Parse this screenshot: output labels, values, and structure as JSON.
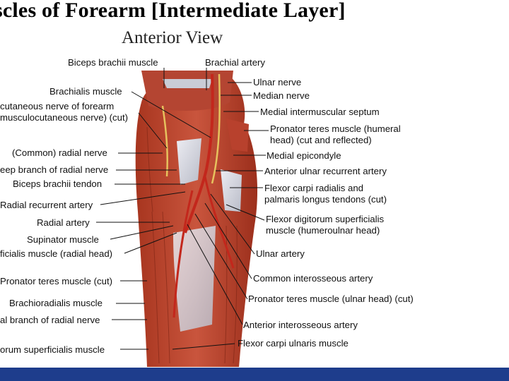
{
  "title": "scles of Forearm [Intermediate Layer]",
  "subtitle": "Anterior View",
  "labels_left": {
    "biceps_brachii_muscle": "Biceps brachii muscle",
    "brachialis_muscle": "Brachialis muscle",
    "lat_cutaneous_1": "cutaneous nerve of forearm",
    "lat_cutaneous_2": "musculocutaneous nerve) (cut)",
    "common_radial_nerve": "(Common) radial nerve",
    "deep_branch_radial_nerve": "eep branch of radial nerve",
    "biceps_brachii_tendon": "Biceps brachii tendon",
    "radial_recurrent_artery": "Radial recurrent artery",
    "radial_artery": "Radial artery",
    "supinator_muscle": "Supinator muscle",
    "fds_radial_head": "ficialis muscle (radial head)",
    "pronator_teres_cut": "Pronator teres muscle (cut)",
    "brachioradialis_muscle": "Brachioradialis muscle",
    "superficial_branch_radial_nerve": "al branch of radial nerve",
    "fds_muscle": "orum superficialis muscle"
  },
  "labels_right": {
    "brachial_artery": "Brachial artery",
    "ulnar_nerve": "Ulnar nerve",
    "median_nerve": "Median nerve",
    "medial_intermuscular_septum": "Medial intermuscular septum",
    "pronator_teres_humeral_1": "Pronator teres muscle (humeral",
    "pronator_teres_humeral_2": "head) (cut and reflected)",
    "medial_epicondyle": "Medial epicondyle",
    "anterior_ulnar_recurrent_artery": "Anterior ulnar recurrent artery",
    "fcr_pl_1": "Flexor carpi radialis and",
    "fcr_pl_2": "palmaris longus tendons (cut)",
    "fds_humeroulnar_1": "Flexor digitorum superficialis",
    "fds_humeroulnar_2": "muscle (humeroulnar head)",
    "ulnar_artery": "Ulnar artery",
    "common_interosseous_artery": "Common interosseous artery",
    "pronator_teres_ulnar_head": "Pronator teres muscle (ulnar head) (cut)",
    "anterior_interosseous_artery": "Anterior interosseous artery",
    "flexor_carpi_ulnaris_muscle": "Flexor carpi ulnaris muscle"
  },
  "colors": {
    "muscle": "#b8402e",
    "muscle_dark": "#8e2a1c",
    "tendon": "#d8d8e0",
    "artery": "#c8281e",
    "nerve": "#e8c060",
    "footer": "#1e3d8c"
  }
}
